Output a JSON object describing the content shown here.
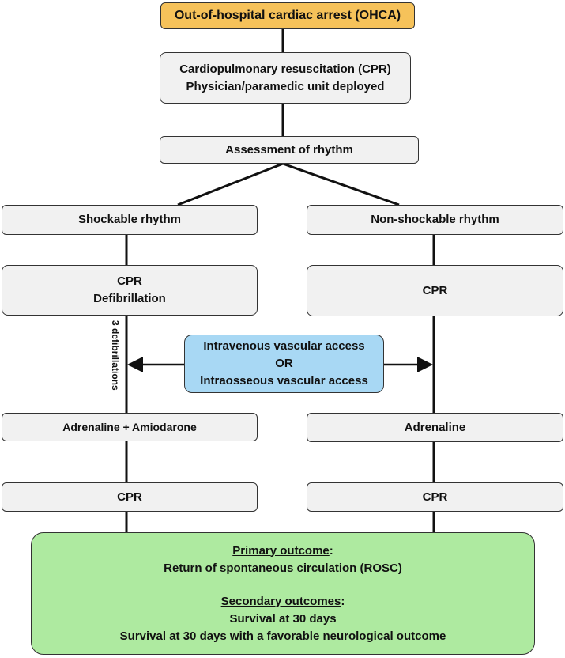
{
  "colors": {
    "start_fill": "#f6c25a",
    "box_fill": "#f1f1f1",
    "access_fill": "#a8d8f4",
    "outcome_fill": "#aeeaa0",
    "line": "#111111"
  },
  "start": {
    "text": "Out-of-hospital cardiac arrest (OHCA)"
  },
  "cpr_unit": {
    "line1": "Cardiopulmonary resuscitation (CPR)",
    "line2": "Physician/paramedic unit deployed"
  },
  "assessment": {
    "text": "Assessment of rhythm"
  },
  "shockable": {
    "title": "Shockable rhythm",
    "cpr_line1": "CPR",
    "cpr_line2": "Defibrillation",
    "defib_label": "3 defibrillations",
    "drugs": "Adrenaline + Amiodarone",
    "cpr_final": "CPR"
  },
  "non_shockable": {
    "title": "Non-shockable rhythm",
    "cpr": "CPR",
    "drugs": "Adrenaline",
    "cpr_final": "CPR"
  },
  "vascular_access": {
    "line1": "Intravenous vascular access",
    "line2": "OR",
    "line3": "Intraosseous vascular access"
  },
  "outcomes": {
    "primary_heading": "Primary outcome",
    "colon": ":",
    "primary_text": "Return of spontaneous circulation (ROSC)",
    "secondary_heading": "Secondary outcomes",
    "secondary_item1": "Survival at 30 days",
    "secondary_item2": "Survival at 30 days with a favorable neurological outcome"
  }
}
